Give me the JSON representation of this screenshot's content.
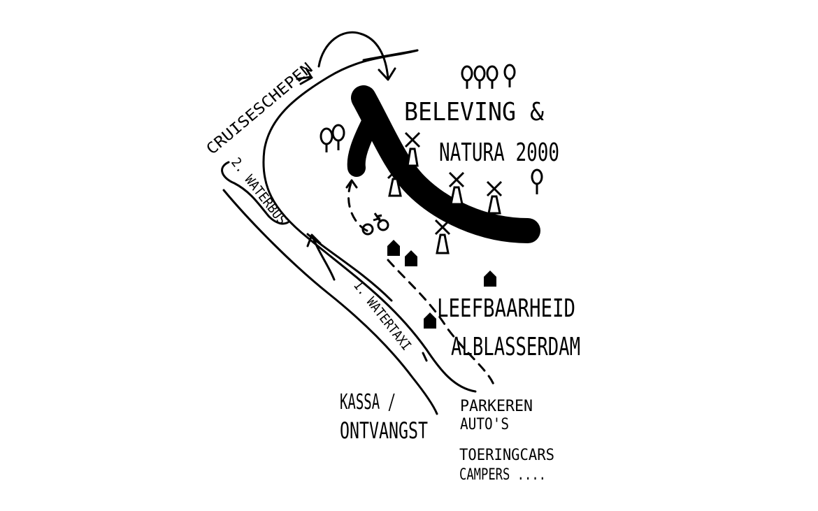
{
  "map": {
    "ink_color": "#000000",
    "background_color": "#ffffff",
    "labels": {
      "cruiseschepen": "CRUISESCHEPEN",
      "waterbus": "2. WATERBUS",
      "watertaxi": "1. WATERTAXI",
      "beleving": "BELEVING &",
      "natura": "NATURA 2000",
      "leefbaarheid": "LEEFBAARHEID",
      "alblasserdam": "ALBLASSERDAM",
      "kassa": "KASSA /",
      "ontvangst": "ONTVANGST",
      "parkeren": "PARKEREN",
      "autos": "AUTO'S",
      "toeringcars": "TOERINGCARS",
      "campers": "CAMPERS ...."
    }
  }
}
